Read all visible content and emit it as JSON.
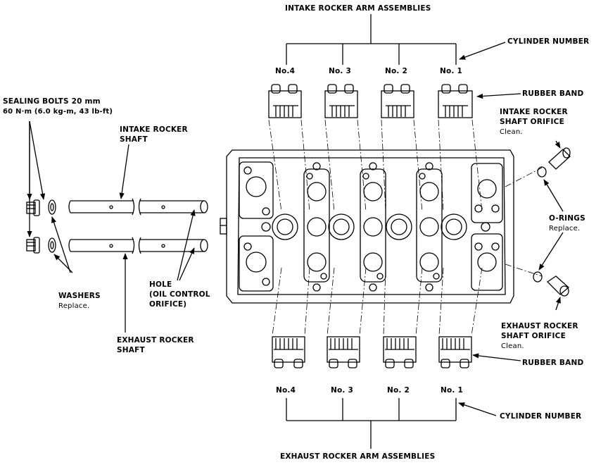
{
  "labels": {
    "intake_assemblies": "INTAKE ROCKER ARM ASSEMBLIES",
    "exhaust_assemblies": "EXHAUST ROCKER ARM ASSEMBLIES",
    "cylinder_number_top": "CYLINDER NUMBER",
    "cylinder_number_bottom": "CYLINDER NUMBER",
    "rubber_band_top": "RUBBER BAND",
    "rubber_band_bottom": "RUBBER BAND",
    "intake_orifice_line1": "INTAKE ROCKER",
    "intake_orifice_line2": "SHAFT ORIFICE",
    "intake_orifice_note": "Clean.",
    "o_rings": "O-RINGS",
    "o_rings_note": "Replace.",
    "exhaust_orifice_line1": "EXHAUST ROCKER",
    "exhaust_orifice_line2": "SHAFT ORIFICE",
    "exhaust_orifice_note": "Clean.",
    "sealing_bolts_line1": "SEALING BOLTS 20 mm",
    "sealing_bolts_line2": "60 N·m (6.0 kg-m, 43 lb-ft)",
    "intake_shaft_line1": "INTAKE ROCKER",
    "intake_shaft_line2": "SHAFT",
    "washers": "WASHERS",
    "washers_note": "Replace.",
    "hole_line1": "HOLE",
    "hole_line2": "(OIL CONTROL",
    "hole_line3": "ORIFICE)",
    "exhaust_shaft_line1": "EXHAUST ROCKER",
    "exhaust_shaft_line2": "SHAFT"
  },
  "top_cylinders": [
    "No.4",
    "No. 3",
    "No. 2",
    "No. 1"
  ],
  "bottom_cylinders": [
    "No.4",
    "No. 3",
    "No. 2",
    "No. 1"
  ]
}
